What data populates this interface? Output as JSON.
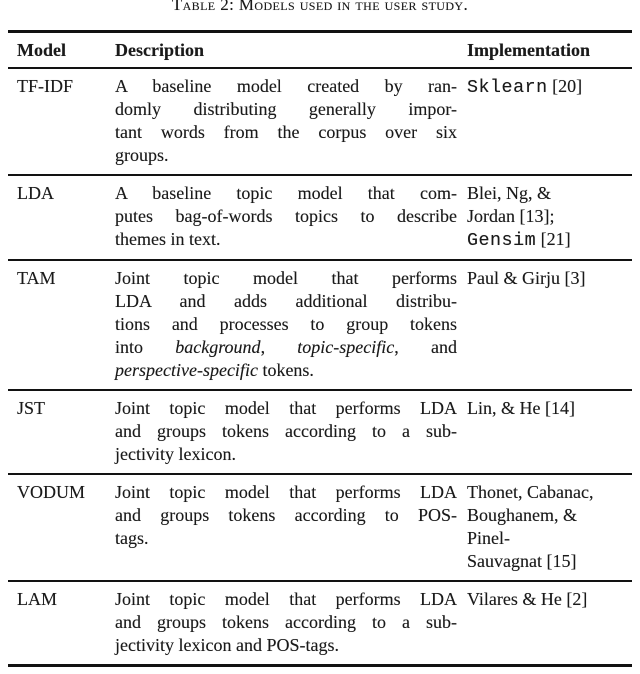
{
  "caption": "Table 2: Models used in the user study.",
  "colors": {
    "background": "#ffffff",
    "text": "#1a1a1a",
    "rule": "#121212"
  },
  "table": {
    "columns": [
      "Model",
      "Description",
      "Implementation"
    ],
    "rows": [
      {
        "model": "TF-IDF",
        "description_lines": [
          "A baseline model created by ran-",
          "domly distributing generally impor-",
          "tant words from the corpus over six",
          "groups."
        ],
        "implementation_lines": [
          "`Sklearn` [20]"
        ]
      },
      {
        "model": "LDA",
        "description_lines": [
          "A baseline topic model that com-",
          "putes bag-of-words topics to describe",
          "themes in text."
        ],
        "implementation_lines": [
          "Blei, Ng, &",
          "Jordan [13];",
          "`Gensim` [21]"
        ]
      },
      {
        "model": "TAM",
        "description_lines": [
          "Joint topic model that performs",
          "LDA and adds additional distribu-",
          "tions and processes to group tokens",
          "into *background*, *topic-specific*, and",
          "*perspective-specific* tokens."
        ],
        "implementation_lines": [
          "Paul & Girju [3]"
        ]
      },
      {
        "model": "JST",
        "description_lines": [
          "Joint topic model that performs LDA",
          "and groups tokens according to a sub-",
          "jectivity lexicon."
        ],
        "implementation_lines": [
          "Lin, & He [14]"
        ]
      },
      {
        "model": "VODUM",
        "description_lines": [
          "Joint topic model that performs LDA",
          "and groups tokens according to POS-",
          "tags."
        ],
        "implementation_lines": [
          "Thonet, Cabanac,",
          "Boughanem, &",
          "Pinel-",
          "Sauvagnat [15]"
        ]
      },
      {
        "model": "LAM",
        "description_lines": [
          "Joint topic model that performs LDA",
          "and groups tokens according to a sub-",
          "jectivity lexicon and POS-tags."
        ],
        "implementation_lines": [
          "Vilares & He [2]"
        ]
      }
    ]
  }
}
